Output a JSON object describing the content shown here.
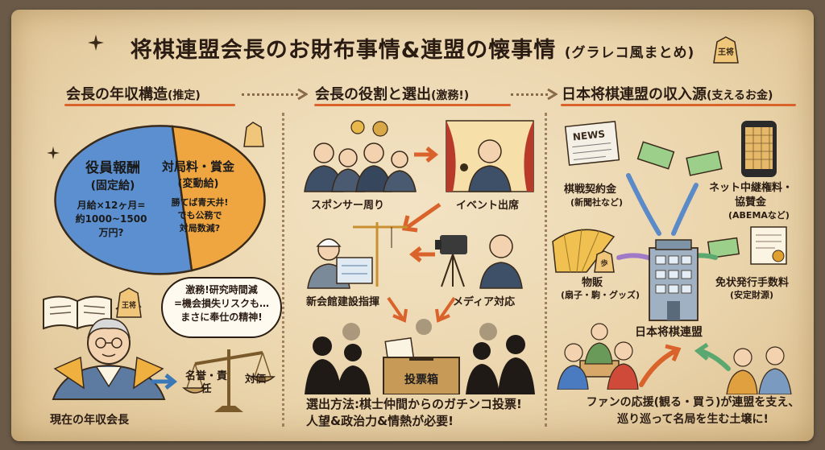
{
  "title": {
    "main": "将棋連盟会長のお財布事情&連盟の懐事情",
    "sub": "(グラレコ風まとめ)"
  },
  "sections": {
    "income": "会長の年収構造",
    "income_note": "(推定)",
    "role": "会長の役割と選出",
    "role_note": "(激務!)",
    "revenue": "日本将棋連盟の収入源",
    "revenue_note": "(支えるお金)"
  },
  "pie": {
    "slice1": {
      "title": "役員報酬",
      "sub": "(固定給)",
      "line1": "月給×12ヶ月=",
      "line2": "約1000~1500",
      "line3": "万円?"
    },
    "slice2": {
      "title": "対局料・賞金",
      "sub": "(変動給)",
      "line1": "勝てば青天井!",
      "line2": "でも公務で",
      "line3": "対局数減?"
    },
    "colors": {
      "slice1": "#5b8fcf",
      "slice2": "#f0a640"
    }
  },
  "bubble": {
    "line1": "激務!研究時間減",
    "line2": "=機会損失リスクも…",
    "line3": "まさに奉仕の精神!"
  },
  "scale": {
    "left": "名誉・責任",
    "right": "対価"
  },
  "president_label": "現在の年収会長",
  "roles": {
    "sponsor": "スポンサー周り",
    "event": "イベント出席",
    "building": "新会館建設指揮",
    "media": "メディア対応",
    "ballot_box": "投票箱"
  },
  "election": {
    "line1": "選出方法:棋士仲間からのガチンコ投票!",
    "line2": "人望&政治力&情熱が必要!"
  },
  "revenue": {
    "newspaper": {
      "title": "棋戦契約金",
      "sub": "(新聞社など)"
    },
    "net": {
      "title1": "ネット中継権料・",
      "title2": "協賛金",
      "sub": "(ABEMAなど)"
    },
    "goods": {
      "title": "物販",
      "sub": "(扇子・駒・グッズ)"
    },
    "license": {
      "title": "免状発行手数料",
      "sub": "(安定財源)"
    },
    "hq": "日本将棋連盟",
    "news_icon_text": "NEWS",
    "fans": {
      "line1": "ファンの応援(観る・買う)が連盟を支え、",
      "line2": "巡り巡って名局を生む土壌に!"
    }
  },
  "pieces": {
    "oushou": "王将",
    "fu": "歩"
  }
}
